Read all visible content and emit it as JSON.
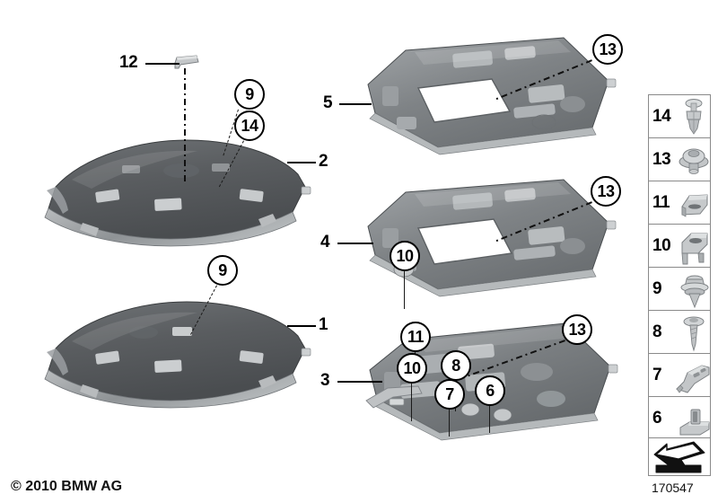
{
  "document": {
    "copyright": "© 2010 BMW AG",
    "diagram_id": "170547",
    "title": "Headliner parts diagram"
  },
  "assemblies": [
    {
      "id": "asm-2",
      "label": "2",
      "description": "Headliner, outer view, top left"
    },
    {
      "id": "asm-1",
      "label": "1",
      "description": "Headliner, outer view, lower left"
    },
    {
      "id": "asm-5",
      "label": "5",
      "description": "Headliner, inner view with sunroof opening, top right"
    },
    {
      "id": "asm-4",
      "label": "4",
      "description": "Headliner, inner view with sunroof opening, middle right"
    },
    {
      "id": "asm-3",
      "label": "3",
      "description": "Headliner, inner view, bottom right"
    }
  ],
  "callouts": [
    {
      "id": "co-9-top",
      "label": "9"
    },
    {
      "id": "co-14-top",
      "label": "14"
    },
    {
      "id": "co-9-left",
      "label": "9"
    },
    {
      "id": "co-13-a",
      "label": "13"
    },
    {
      "id": "co-13-b",
      "label": "13"
    },
    {
      "id": "co-13-c",
      "label": "13"
    },
    {
      "id": "co-10-mid",
      "label": "10"
    },
    {
      "id": "co-11-bot",
      "label": "11"
    },
    {
      "id": "co-10-bot",
      "label": "10"
    },
    {
      "id": "co-8-bot",
      "label": "8"
    },
    {
      "id": "co-7-bot",
      "label": "7"
    },
    {
      "id": "co-6-bot",
      "label": "6"
    }
  ],
  "plain_labels": [
    {
      "id": "lbl-12",
      "label": "12"
    },
    {
      "id": "lbl-2",
      "label": "2"
    },
    {
      "id": "lbl-1",
      "label": "1"
    },
    {
      "id": "lbl-5",
      "label": "5"
    },
    {
      "id": "lbl-4",
      "label": "4"
    },
    {
      "id": "lbl-3",
      "label": "3"
    }
  ],
  "legend": {
    "rows": [
      {
        "number": "14",
        "icon": "push-rivet-icon",
        "description": "Expanding rivet / push-in clip"
      },
      {
        "number": "13",
        "icon": "domed-nut-icon",
        "description": "Domed collar nut"
      },
      {
        "number": "11",
        "icon": "spring-clip-icon",
        "description": "Sheet metal spring clip"
      },
      {
        "number": "10",
        "icon": "bracket-clip-icon",
        "description": "Mounting bracket clip"
      },
      {
        "number": "9",
        "icon": "trim-clip-icon",
        "description": "Trim fastener with flange"
      },
      {
        "number": "8",
        "icon": "tapping-screw-icon",
        "description": "Self-tapping screw"
      },
      {
        "number": "7",
        "icon": "rail-bracket-icon",
        "description": "Long rail bracket"
      },
      {
        "number": "6",
        "icon": "base-clip-icon",
        "description": "Base plate clip"
      }
    ]
  },
  "arrow_box": {
    "icon": "direction-arrow-icon",
    "description": "Viewing direction arrow"
  },
  "colors": {
    "part_dark": "#55585b",
    "part_mid": "#7b7f82",
    "part_light": "#a8acae",
    "part_highlight": "#d3d6d7",
    "metal_light": "#cfd2d4",
    "metal_mid": "#9fa3a6",
    "outline": "#000000",
    "panel_border": "#8a8a8a"
  }
}
